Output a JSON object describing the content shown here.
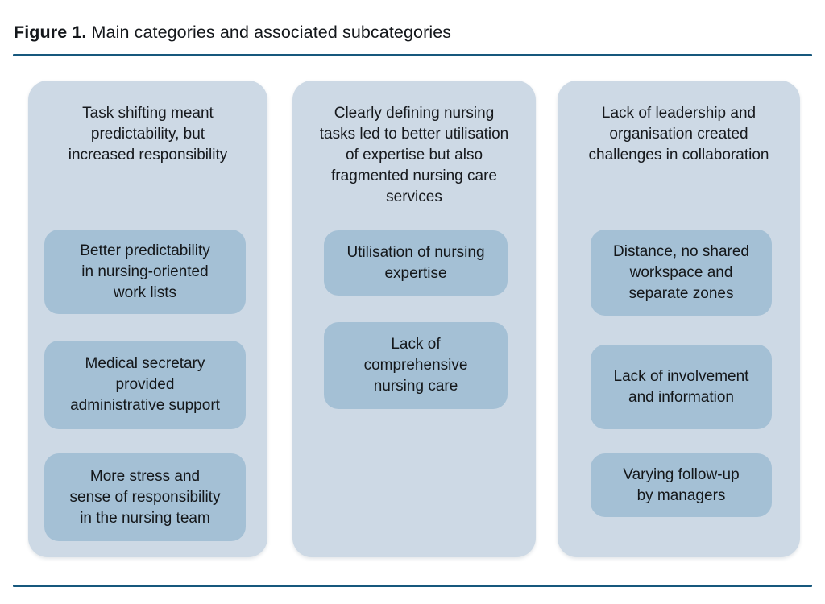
{
  "figure": {
    "label": "Figure 1.",
    "caption": "Main categories and associated subcategories"
  },
  "colors": {
    "rule": "#17587d",
    "category_box": "#cdd9e5",
    "subcategory_box": "#a4c0d5",
    "text": "#16191d",
    "background": "#ffffff"
  },
  "columns": [
    {
      "header": "Task shifting meant\npredictability, but\nincreased responsibility",
      "subcategories": [
        "Better predictability\nin nursing-oriented\nwork lists",
        "Medical secretary\nprovided\nadministrative support",
        "More stress and\nsense of responsibility\nin the nursing team"
      ]
    },
    {
      "header": "Clearly defining nursing\ntasks led to better utilisation\nof expertise but also\nfragmented nursing care\nservices",
      "subcategories": [
        "Utilisation of nursing\nexpertise",
        "Lack of\ncomprehensive\nnursing care"
      ]
    },
    {
      "header": "Lack of leadership and\norganisation created\nchallenges in collaboration",
      "subcategories": [
        "Distance, no shared\nworkspace and\nseparate zones",
        "Lack of involvement\nand information",
        "Varying follow-up\nby managers"
      ]
    }
  ]
}
